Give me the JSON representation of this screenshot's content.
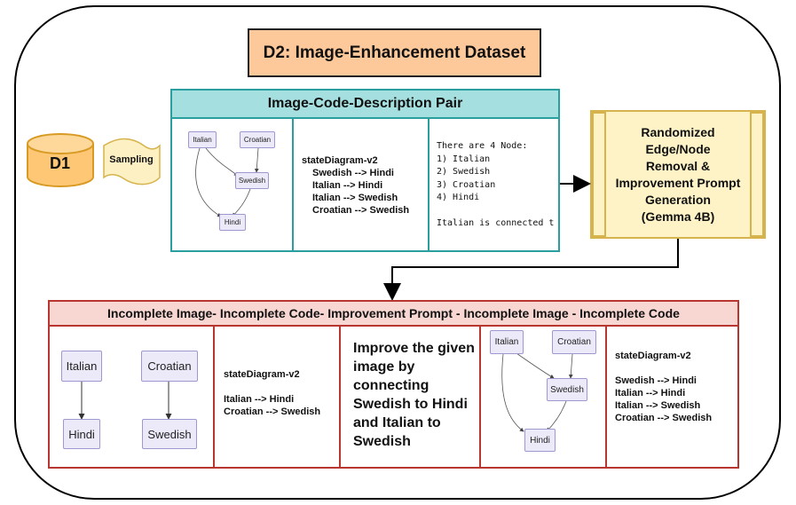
{
  "title": "D2: Image-Enhancement Dataset",
  "source": {
    "label": "D1",
    "step": "Sampling"
  },
  "pair": {
    "header": "Image-Code-Description Pair",
    "nodes": [
      "Italian",
      "Croatian",
      "Swedish",
      "Hindi"
    ],
    "code_lines": [
      "stateDiagram-v2",
      "Swedish --> Hindi",
      "Italian --> Hindi",
      "Italian --> Swedish",
      "Croatian --> Swedish"
    ],
    "description_lines": [
      "There are 4 Node:",
      "1) Italian",
      "2) Swedish",
      "3) Croatian",
      "4) Hindi",
      "",
      "Italian is connected t"
    ]
  },
  "process": {
    "lines": [
      "Randomized",
      "Edge/Node",
      "Removal &",
      "Improvement Prompt",
      "Generation",
      "(Gemma 4B)"
    ]
  },
  "bottom": {
    "header": "Incomplete Image- Incomplete Code- Improvement Prompt - Incomplete Image - Incomplete Code",
    "incomplete_nodes": [
      "Italian",
      "Croatian",
      "Hindi",
      "Swedish"
    ],
    "incomplete_code_lines": [
      "stateDiagram-v2",
      "",
      "Italian --> Hindi",
      "Croatian --> Swedish"
    ],
    "prompt": "Improve the given image by connecting Swedish to Hindi and Italian to Swedish",
    "complete_nodes": [
      "Italian",
      "Croatian",
      "Swedish",
      "Hindi"
    ],
    "complete_code_lines": [
      "stateDiagram-v2",
      "",
      "Swedish --> Hindi",
      "Italian --> Hindi",
      "Italian --> Swedish",
      "Croatian --> Swedish"
    ]
  }
}
